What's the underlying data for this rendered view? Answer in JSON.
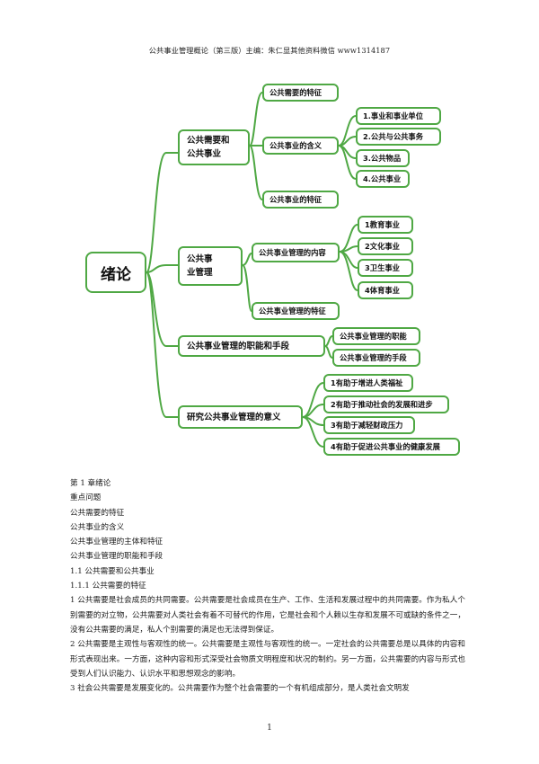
{
  "header": "公共事业管理概论（第三版）主编：朱仁显其他资料微信 www1314187",
  "mindmap": {
    "root": "绪论",
    "branches": [
      {
        "label": "公共需要和\n公共事业",
        "children": [
          {
            "label": "公共需要的特征"
          },
          {
            "label": "公共事业的含义",
            "children": [
              "1.事业和事业单位",
              "2.公共与公共事务",
              "3.公共物品",
              "4.公共事业"
            ]
          },
          {
            "label": "公共事业的特征"
          }
        ]
      },
      {
        "label": "公共事\n业管理",
        "children": [
          {
            "label": "公共事业管理的内容",
            "children": [
              "1教育事业",
              "2文化事业",
              "3卫生事业",
              "4体育事业"
            ]
          },
          {
            "label": "公共事业管理的特征"
          }
        ]
      },
      {
        "label": "公共事业管理的职能和手段",
        "children": [
          {
            "label": "公共事业管理的职能"
          },
          {
            "label": "公共事业管理的手段"
          }
        ]
      },
      {
        "label": "研究公共事业管理的意义",
        "children": [
          {
            "label": "1有助于增进人类福祉"
          },
          {
            "label": "2有助于推动社会的发展和进步"
          },
          {
            "label": "3有助于减轻财政压力"
          },
          {
            "label": "4有助于促进公共事业的健康发展"
          }
        ]
      }
    ]
  },
  "body": {
    "lines": [
      "第 1 章绪论",
      "重点问题",
      "公共需要的特征",
      "公共事业的含义",
      "公共事业管理的主体和特征",
      "公共事业管理的职能和手段",
      "1.1 公共需要和公共事业",
      "1.1.1 公共需要的特征"
    ],
    "paragraphs": [
      "1 公共需要是社会成员的共同需要。公共需要是社会成员在生产、工作、生活和发展过程中的共同需要。作为私人个别需要的对立物，公共需要对人类社会有着不可替代的作用，它是社会和个人赖以生存和发展不可或缺的条件之一，没有公共需要的满足，私人个别需要的满足也无法得到保证。",
      "2 公共需要是主观性与客观性的统一。公共需要是主观性与客观性的统一。一定社会的公共需要总是以具体的内容和形式表现出来。一方面，这种内容和形式深受社会物质文明程度和状况的制约。另一方面，公共需要的内容与形式也受到人们认识能力、认识水平和思想观念的影响。",
      "3 社会公共需要是发展变化的。公共需要作为整个社会需要的一个有机组成部分，是人类社会文明发"
    ]
  },
  "page_number": "1",
  "colors": {
    "node_border": "#4fa844",
    "connector": "#4fa844"
  }
}
